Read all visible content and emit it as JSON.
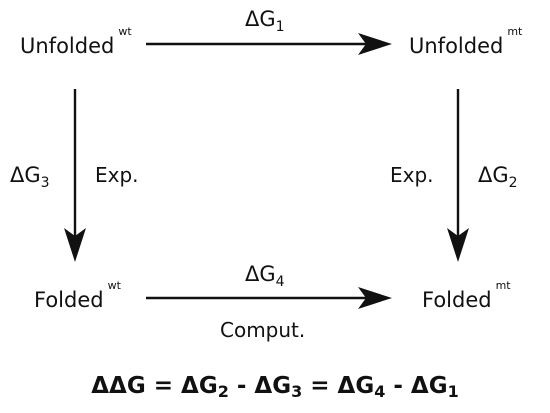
{
  "nodes": {
    "unfolded_wt": {
      "label": "Unfolded",
      "sup": "wt"
    },
    "unfolded_mt": {
      "label": "Unfolded",
      "sup": "mt"
    },
    "folded_wt": {
      "label": "Folded",
      "sup": "wt"
    },
    "folded_mt": {
      "label": "Folded",
      "sup": "mt"
    }
  },
  "edges": {
    "g1": {
      "symbol": "ΔG",
      "sub": "1"
    },
    "g2": {
      "symbol": "ΔG",
      "sub": "2",
      "method": "Exp."
    },
    "g3": {
      "symbol": "ΔG",
      "sub": "3",
      "method": "Exp."
    },
    "g4": {
      "symbol": "ΔG",
      "sub": "4",
      "method": "Comput."
    }
  },
  "equation": {
    "lhs": "ΔΔG",
    "eq1": " = ",
    "t1": "ΔG",
    "t1_sub": "2",
    "minus1": " - ",
    "t2": "ΔG",
    "t2_sub": "3",
    "eq2": " = ",
    "t3": "ΔG",
    "t3_sub": "4",
    "minus2": " - ",
    "t4": "ΔG",
    "t4_sub": "1"
  }
}
